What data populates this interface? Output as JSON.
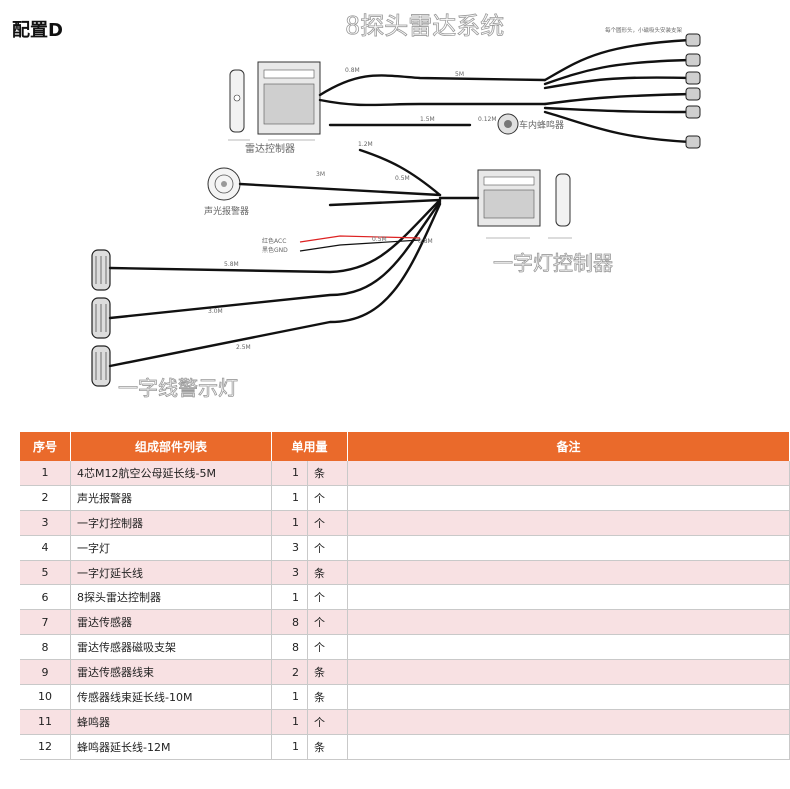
{
  "page": {
    "title": "配置D"
  },
  "diagram": {
    "system_title": "8探头雷达系统",
    "radar_controller_label": "雷达控制器",
    "strip_controller_label": "一字灯控制器",
    "strip_lights_label": "一字线警示灯",
    "alarm_label": "声光报警器",
    "buzzer_label": "车内蜂鸣器",
    "power_labels": [
      "红色ACC",
      "黑色GND"
    ],
    "sensor_note": "每个圆形头，小磁吸头安装支架",
    "wire_labels": [
      "0.8M",
      "5M",
      "0.12M",
      "1.5M",
      "1.2M",
      "0.5M",
      "3M",
      "5.8M",
      "3.0M",
      "2.5M",
      "0.5M",
      "0.8M"
    ]
  },
  "table": {
    "headers": [
      "序号",
      "组成部件列表",
      "单用量",
      "备注"
    ],
    "rows": [
      {
        "no": "1",
        "name": "4芯M12航空公母延长线-5M",
        "qty": "1",
        "unit": "条",
        "note": ""
      },
      {
        "no": "2",
        "name": "声光报警器",
        "qty": "1",
        "unit": "个",
        "note": ""
      },
      {
        "no": "3",
        "name": "一字灯控制器",
        "qty": "1",
        "unit": "个",
        "note": ""
      },
      {
        "no": "4",
        "name": "一字灯",
        "qty": "3",
        "unit": "个",
        "note": ""
      },
      {
        "no": "5",
        "name": "一字灯延长线",
        "qty": "3",
        "unit": "条",
        "note": ""
      },
      {
        "no": "6",
        "name": "8探头雷达控制器",
        "qty": "1",
        "unit": "个",
        "note": ""
      },
      {
        "no": "7",
        "name": "雷达传感器",
        "qty": "8",
        "unit": "个",
        "note": ""
      },
      {
        "no": "8",
        "name": "雷达传感器磁吸支架",
        "qty": "8",
        "unit": "个",
        "note": ""
      },
      {
        "no": "9",
        "name": "雷达传感器线束",
        "qty": "2",
        "unit": "条",
        "note": ""
      },
      {
        "no": "10",
        "name": "传感器线束延长线-10M",
        "qty": "1",
        "unit": "条",
        "note": ""
      },
      {
        "no": "11",
        "name": "蜂鸣器",
        "qty": "1",
        "unit": "个",
        "note": ""
      },
      {
        "no": "12",
        "name": "蜂鸣器延长线-12M",
        "qty": "1",
        "unit": "条",
        "note": ""
      }
    ]
  }
}
